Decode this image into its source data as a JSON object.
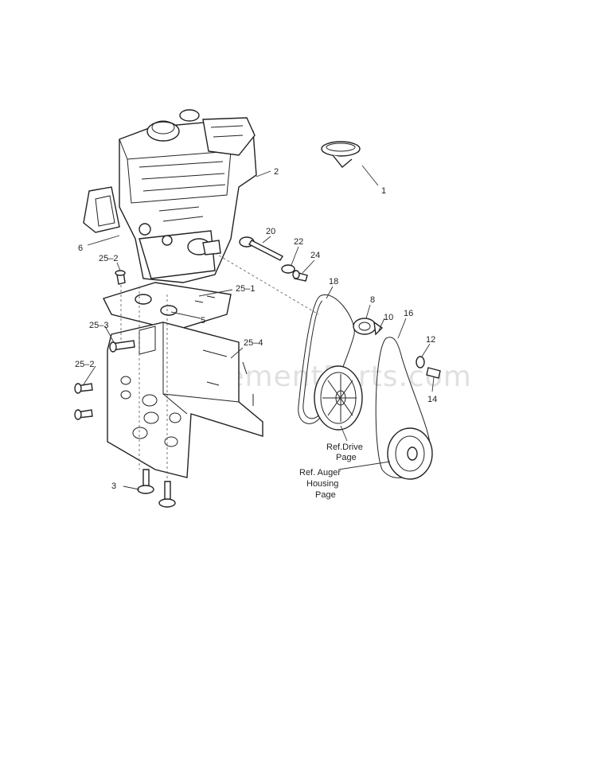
{
  "watermark": "eReplacementParts.com",
  "labels": {
    "p1": "1",
    "p2": "2",
    "p3": "3",
    "p5": "5",
    "p6": "6",
    "p8": "8",
    "p10": "10",
    "p12": "12",
    "p14": "14",
    "p16": "16",
    "p18": "18",
    "p20": "20",
    "p22": "22",
    "p24": "24",
    "p25_1": "25–1",
    "p25_2a": "25–2",
    "p25_2b": "25–2",
    "p25_3": "25–3",
    "p25_4": "25–4"
  },
  "refs": {
    "drive_line1": "Ref.Drive",
    "drive_line2": "Page",
    "auger_line1": "Ref. Auger",
    "auger_line2": "Housing",
    "auger_line3": "Page"
  }
}
